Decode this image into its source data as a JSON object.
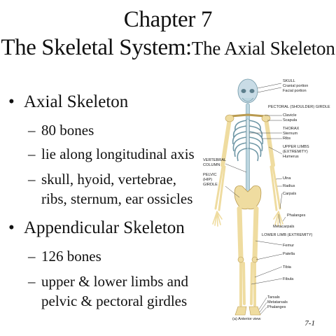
{
  "slide": {
    "title_line1": "Chapter 7",
    "title_main": "The Skeletal System:",
    "title_sub": "The Axial Skeleton",
    "bullets": [
      {
        "label": "Axial Skeleton",
        "subs": [
          "80 bones",
          "lie along longitudinal axis",
          "skull, hyoid, vertebrae,",
          "ribs, sternum, ear ossicles"
        ]
      },
      {
        "label": "Appendicular Skeleton",
        "subs": [
          "126 bones",
          "upper & lower limbs and",
          "pelvic & pectoral girdles"
        ]
      }
    ],
    "bullet_glyph": "•",
    "dash_glyph": "–",
    "page_number": "7-1"
  },
  "figure": {
    "caption": "(a) Anterior view",
    "labels": {
      "skull": "SKULL",
      "cranial": "Cranial portion",
      "facial": "Facial portion",
      "pectoral": "PECTORAL (SHOULDER) GIRDLE",
      "clavicle": "Clavicle",
      "scapula": "Scapula",
      "thorax": "THORAX",
      "sternum": "Sternum",
      "ribs": "Ribs",
      "upper_limbs": "UPPER LIMBS",
      "extremity": "(EXTREMITY)",
      "humerus": "Humerus",
      "vertebral": "VERTEBRAL",
      "column": "COLUMN",
      "pelvic": "PELVIC",
      "hip": "(HIP)",
      "girdle": "GIRDLE",
      "ulna": "Ulna",
      "radius": "Radius",
      "carpals": "Carpals",
      "phalanges_upper": "Phalanges",
      "metacarpals": "Metacarpals",
      "lower_limb": "LOWER LIMB (EXTREMITY)",
      "femur": "Femur",
      "patella": "Patella",
      "tibia": "Tibia",
      "fibula": "Fibula",
      "tarsals": "Tarsals",
      "metatarsals": "Metatarsals",
      "phalanges_lower": "Phalanges"
    },
    "colors": {
      "skull": "#c9dce6",
      "bone": "#efdca0",
      "bone_edge": "#b99a4f",
      "axial": "#bcd6e0",
      "axial_edge": "#6f97a6"
    }
  }
}
